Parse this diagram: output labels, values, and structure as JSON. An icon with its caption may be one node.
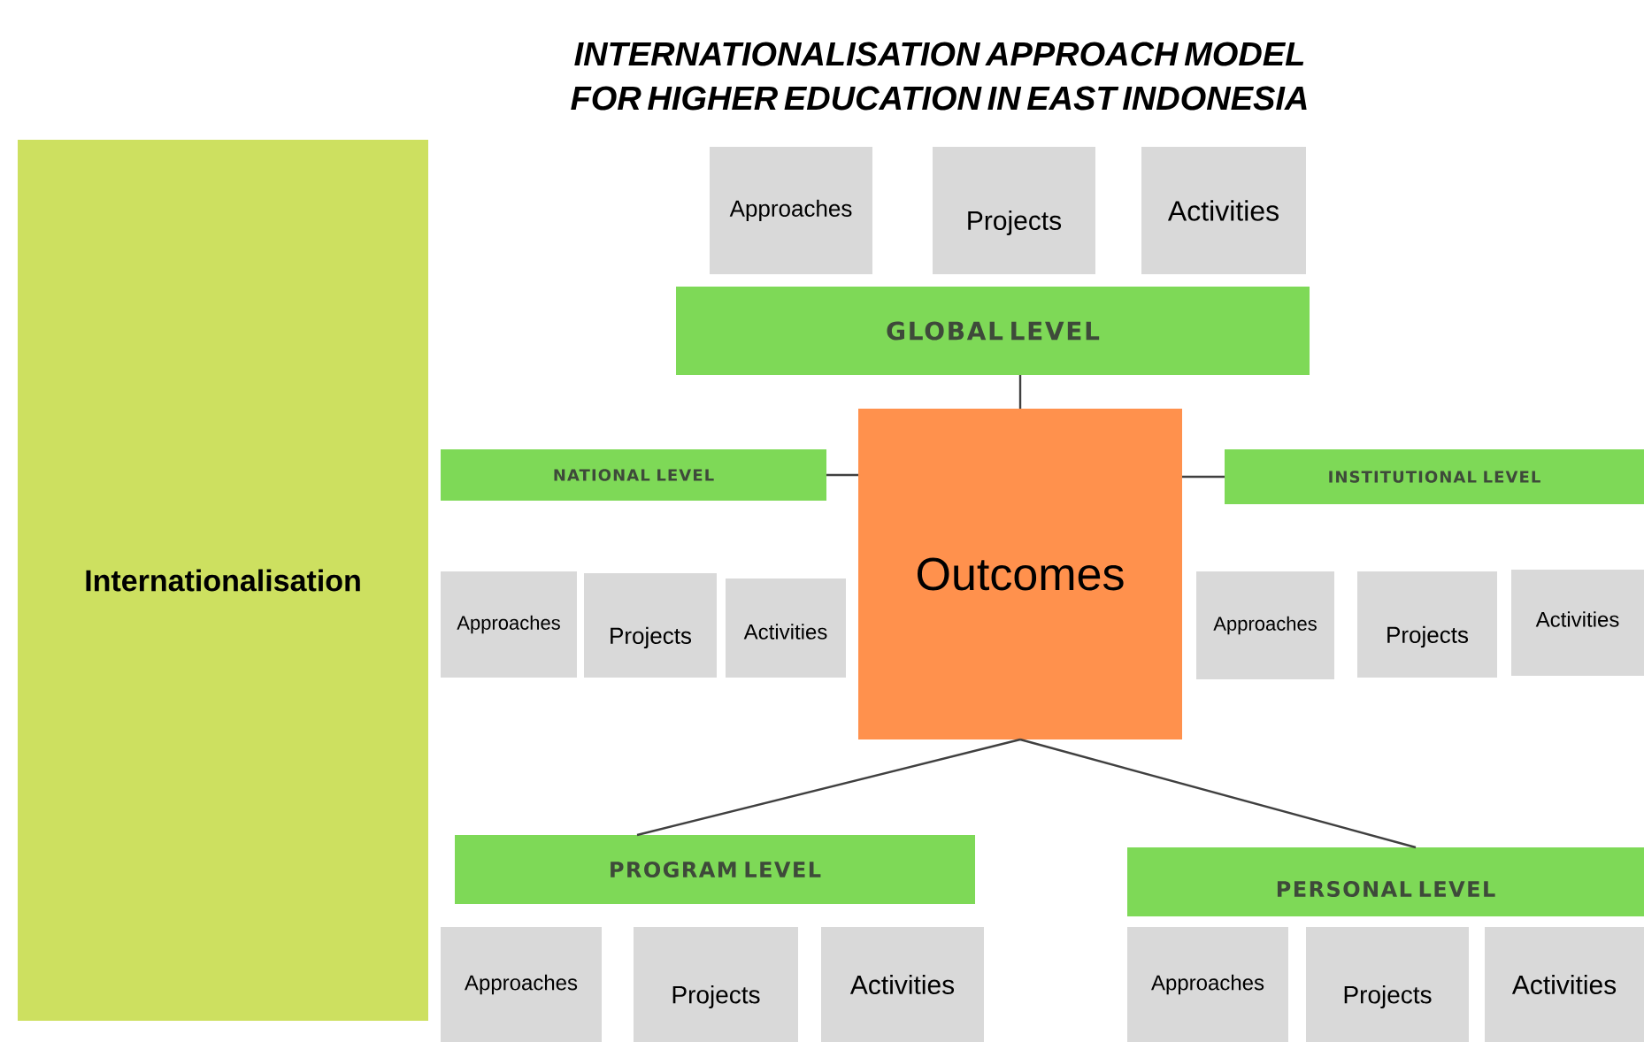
{
  "diagram": {
    "title": "INTERNATIONALISATION APPROACH MODEL FOR HIGHER EDUCATION IN EAST INDONESIA",
    "nodes": [
      {
        "text": [
          "Internationalisation"
        ]
      },
      {
        "text": [
          "Approaches"
        ]
      },
      {
        "text": [
          "Projects"
        ]
      },
      {
        "text": [
          "Activities"
        ]
      },
      {
        "text": [
          "GLOBAL LEVEL"
        ]
      },
      {
        "text": [
          "NATIONAL LEVEL"
        ]
      },
      {
        "text": [
          "Outcomes"
        ]
      },
      {
        "text": [
          "INSTITUTIONAL LEVEL"
        ]
      },
      {
        "text": [
          "Approaches"
        ]
      },
      {
        "text": [
          "Projects"
        ]
      },
      {
        "text": [
          "Activities"
        ]
      },
      {
        "text": [
          "Approaches"
        ]
      },
      {
        "text": [
          "Projects"
        ]
      },
      {
        "text": [
          "Activities"
        ]
      },
      {
        "text": [
          "PROGRAM LEVEL"
        ]
      },
      {
        "text": [
          "PERSONAL LEVEL"
        ]
      },
      {
        "text": [
          "Approaches"
        ]
      },
      {
        "text": [
          "Projects"
        ]
      },
      {
        "text": [
          "Activities"
        ]
      },
      {
        "text": [
          "Approaches"
        ]
      },
      {
        "text": [
          "Projects"
        ]
      },
      {
        "text": [
          "Activities"
        ]
      }
    ],
    "edges": [
      {
        "from": 4,
        "to": 6,
        "arrow": "none"
      },
      {
        "from": 5,
        "to": 6,
        "arrow": "none"
      },
      {
        "from": 6,
        "to": 7,
        "arrow": "none"
      },
      {
        "from": 6,
        "to": 14,
        "arrow": "none"
      },
      {
        "from": 6,
        "to": 15,
        "arrow": "none"
      }
    ]
  }
}
